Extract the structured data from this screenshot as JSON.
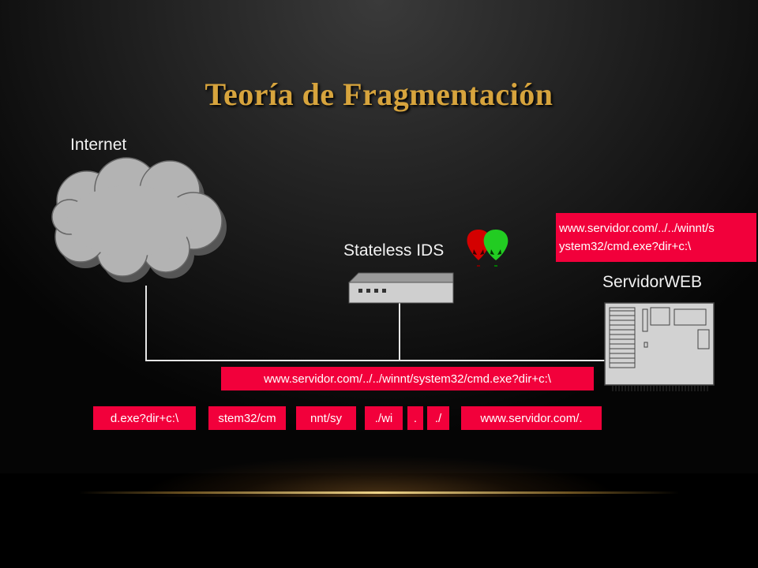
{
  "title": "Teoría de Fragmentación",
  "labels": {
    "internet": "Internet",
    "ids": "Stateless IDS",
    "server": "ServidorWEB"
  },
  "server_box": {
    "line1": "www.servidor.com/../../winnt/s",
    "line2": "ystem32/cmd.exe?dir+c:\\"
  },
  "full_url": "www.servidor.com/../../winnt/system32/cmd.exe?dir+c:\\",
  "fragments": [
    "d.exe?dir+c:\\",
    "stem32/cm",
    "nnt/sy",
    "./wi",
    ".",
    "./",
    "www.servidor.com/."
  ],
  "colors": {
    "title": "#d7a43d",
    "fragment_box": "#f2003b",
    "line": "#e6e6e6"
  }
}
